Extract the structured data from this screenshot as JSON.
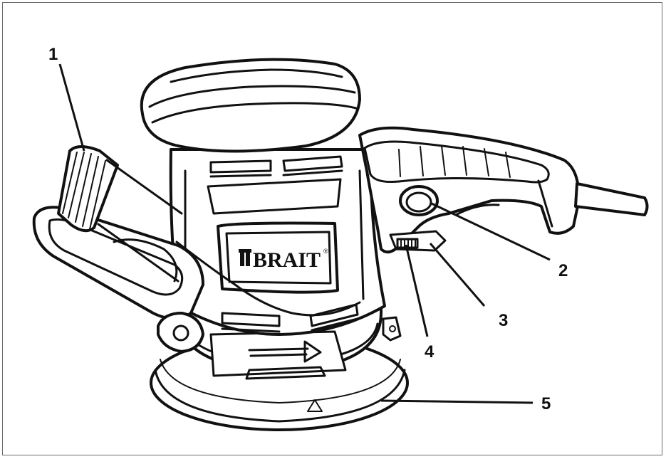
{
  "diagram": {
    "brand_logo": "BRAIT",
    "registered_mark": "®",
    "callouts": [
      {
        "id": "1",
        "label": "1"
      },
      {
        "id": "2",
        "label": "2"
      },
      {
        "id": "3",
        "label": "3"
      },
      {
        "id": "4",
        "label": "4"
      },
      {
        "id": "5",
        "label": "5"
      }
    ],
    "colors": {
      "line": "#111111",
      "background": "#ffffff",
      "frame": "#6b6b6b"
    }
  }
}
